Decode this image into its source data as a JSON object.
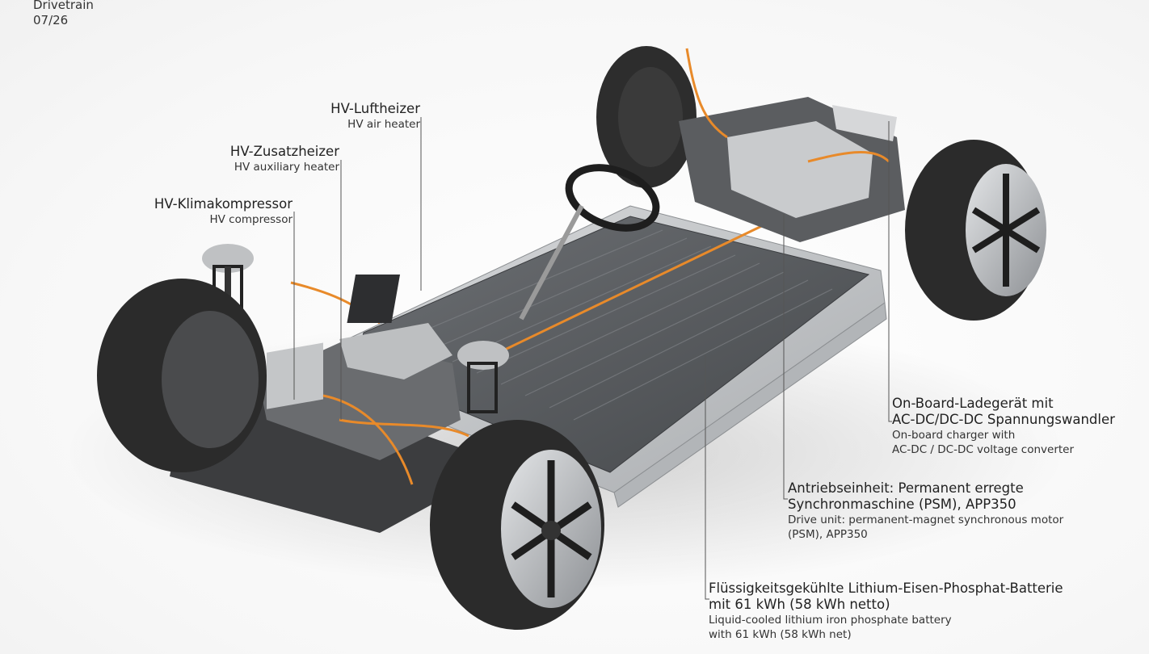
{
  "header": {
    "line1": "Drivetrain",
    "line2": "07/26"
  },
  "labels": {
    "air_heater": {
      "de": "HV-Luftheizer",
      "en": "HV air heater"
    },
    "aux_heater": {
      "de": "HV-Zusatzheizer",
      "en": "HV auxiliary heater"
    },
    "compressor": {
      "de": "HV-Klimakompressor",
      "en": "HV compressor"
    },
    "charger": {
      "de1": "On-Board-Ladegerät mit",
      "de2": "AC-DC/DC-DC Spannungswandler",
      "en1": "On-board charger with",
      "en2": "AC-DC / DC-DC  voltage converter"
    },
    "drive_unit": {
      "de1": "Antriebseinheit: Permanent erregte",
      "de2": "Synchronmaschine (PSM), APP350",
      "en1": "Drive unit: permanent-magnet synchronous motor",
      "en2": "(PSM), APP350"
    },
    "battery": {
      "de1": "Flüssigkeitsgekühlte Lithium-Eisen-Phosphat-Batterie",
      "de2": "mit 61 kWh (58 kWh netto)",
      "en1": "Liquid-cooled lithium iron phosphate battery",
      "en2": "with 61 kWh (58 kWh net)"
    }
  },
  "colors": {
    "battery": "#5c5f63",
    "tray": "#bfc2c5",
    "tire": "#2b2b2b",
    "cable": "#e88a2a",
    "leader": "#555555"
  }
}
